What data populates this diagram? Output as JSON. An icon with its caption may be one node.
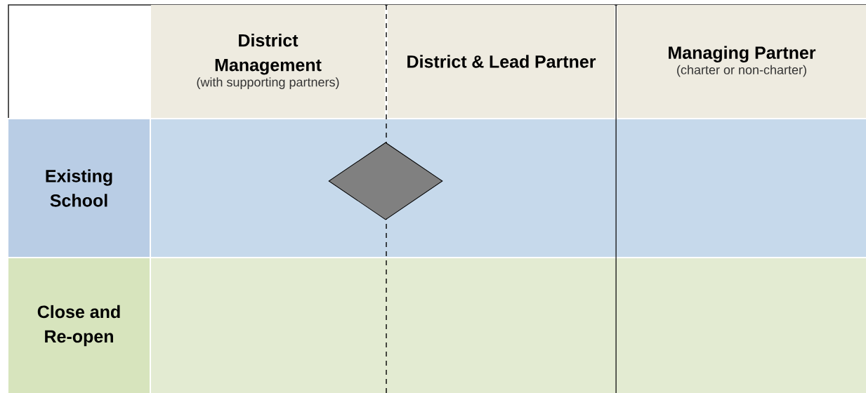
{
  "diagram": {
    "nodes": [
      {
        "text": [
          "District Management",
          "(with supporting partners)"
        ]
      },
      {
        "text": [
          "District & Lead Partner"
        ]
      },
      {
        "text": [
          "Managing Partner",
          "(charter or non-charter)"
        ]
      },
      {
        "text": [
          "Existing School"
        ]
      },
      {
        "text": [
          "Close and Re-open"
        ]
      },
      {
        "text": [],
        "shape": "diamond"
      }
    ]
  }
}
